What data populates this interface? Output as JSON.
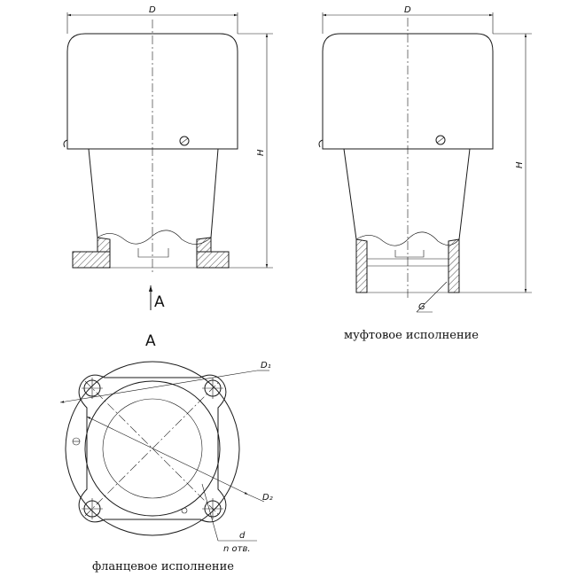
{
  "labels": {
    "diameter_left": "D",
    "diameter_right": "D",
    "height_left": "H",
    "height_right": "H",
    "thread": "G",
    "view_arrow": "A",
    "view_title": "A",
    "bolt_circle": "D₁",
    "flange_diameter": "D₂",
    "hole_diameter": "d",
    "hole_count": "n  отв."
  },
  "captions": {
    "coupling": "муфтовое исполнение",
    "flange": "фланцевое исполнение"
  }
}
